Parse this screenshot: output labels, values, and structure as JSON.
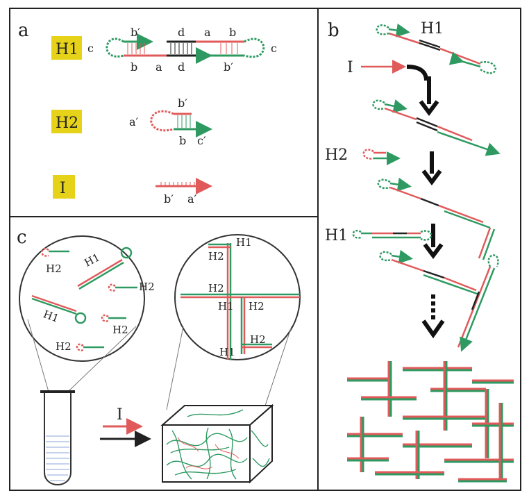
{
  "panel_a": {
    "label": "a",
    "rows": {
      "h1": {
        "name": "H1",
        "loop_left": "c",
        "loop_right": "c",
        "top_labels": [
          "b′",
          "d",
          "a",
          "b"
        ],
        "bottom_labels": [
          "b",
          "a",
          "d",
          "b′"
        ]
      },
      "h2": {
        "name": "H2",
        "loop_label": "a′",
        "top_label": "b′",
        "bottom_labels": [
          "b",
          "c′"
        ]
      },
      "i": {
        "name": "I",
        "labels": [
          "b′",
          "a′"
        ]
      }
    }
  },
  "panel_b": {
    "label": "b",
    "h1_top": "H1",
    "initiator": "I",
    "h2": "H2",
    "h1": "H1"
  },
  "panel_c": {
    "label": "c",
    "left_circle_labels": [
      "H2",
      "H1",
      "H2",
      "H1",
      "H2",
      "H2"
    ],
    "right_circle_labels": [
      "H1",
      "H2",
      "H2",
      "H1",
      "H2",
      "H2",
      "H1"
    ],
    "arrow_label": "I"
  },
  "colors": {
    "red": "#e05a5a",
    "green": "#2e9a62",
    "black": "#222222",
    "highlight": "#e7d21a"
  }
}
